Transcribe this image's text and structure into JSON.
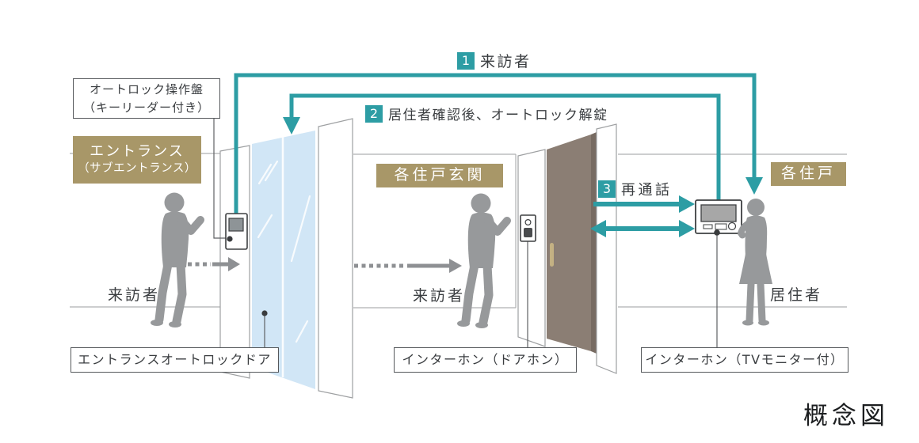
{
  "colors": {
    "teal": "#2D9DA4",
    "gold": "#A89768",
    "glass_blue": "#D1E6F6",
    "door_brown": "#8B7E74",
    "silhouette_gray": "#97999B"
  },
  "flow_steps": [
    {
      "num": "1",
      "label": "来訪者"
    },
    {
      "num": "2",
      "label": "居住者確認後、オートロック解錠"
    },
    {
      "num": "3",
      "label": "再通話"
    }
  ],
  "area_labels": {
    "entrance_line1": "エントランス",
    "entrance_line2": "（サブエントランス）",
    "unit_entrance": "各住戸玄関",
    "unit": "各住戸"
  },
  "callouts": {
    "panel_line1": "オートロック操作盤",
    "panel_line2": "（キーリーダー付き）",
    "entrance_door": "エントランスオートロックドア",
    "doorphone": "インターホン（ドアホン）",
    "tv_interphone": "インターホン（TVモニター付）"
  },
  "people": {
    "visitor_entrance": "来訪者",
    "visitor_unit": "来訪者",
    "resident": "居住者"
  },
  "caption": "概念図"
}
